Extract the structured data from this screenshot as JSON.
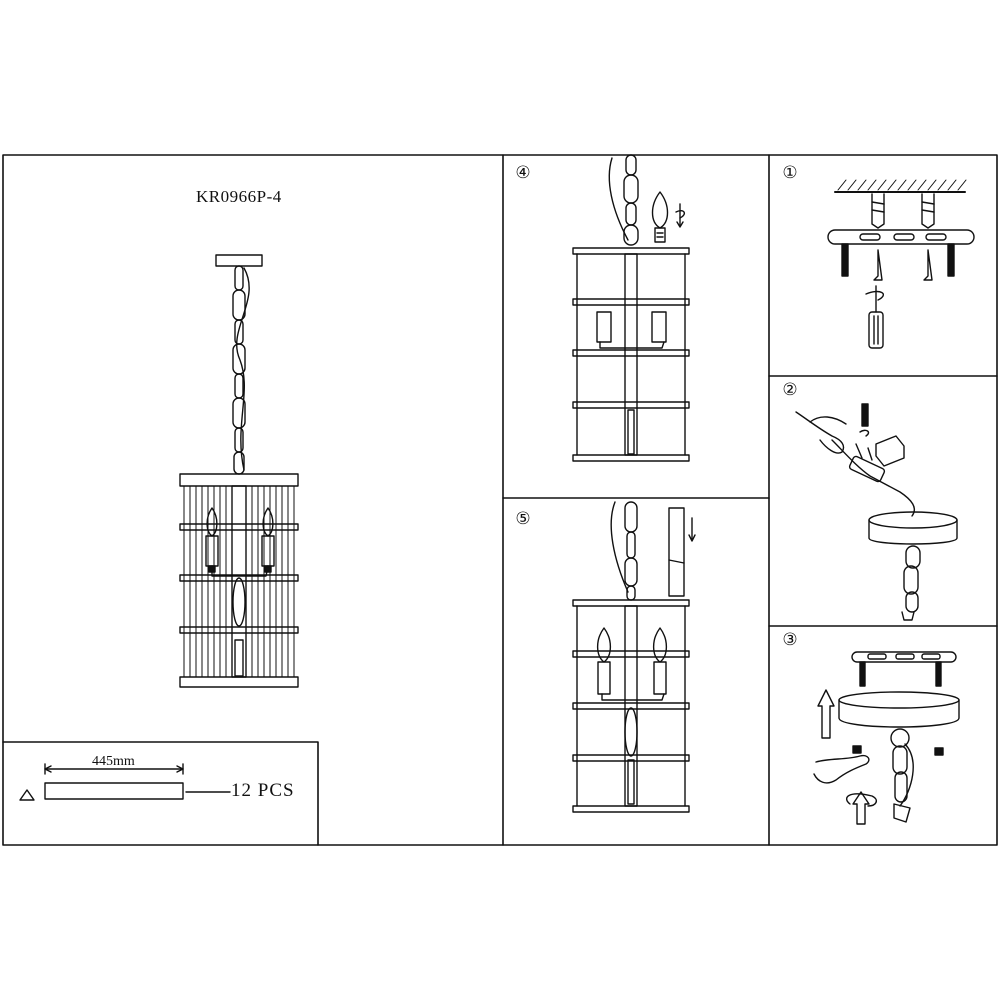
{
  "model": "KR0966P-4",
  "steps": [
    "④",
    "⑤",
    "①",
    "②",
    "③"
  ],
  "parts": {
    "symbol": "triangle-icon",
    "dimension": "445mm",
    "quantity": "12 PCS"
  },
  "colors": {
    "line": "#111111",
    "background": "#ffffff"
  }
}
